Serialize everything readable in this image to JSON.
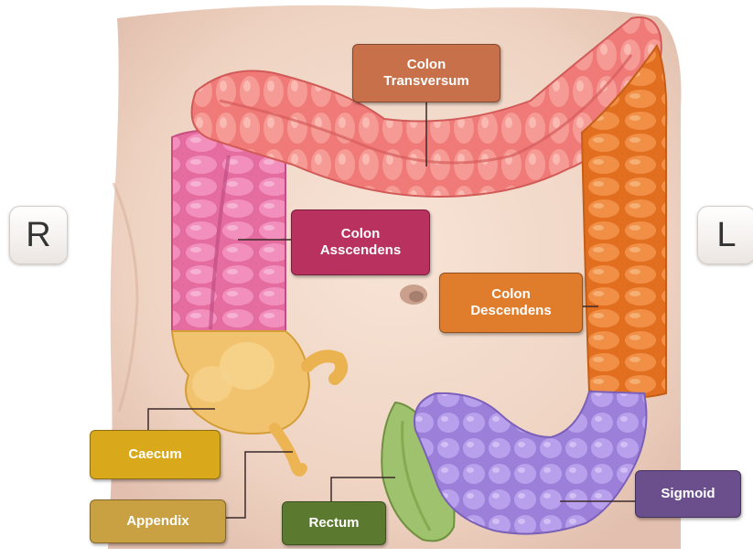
{
  "side_markers": {
    "right": "R",
    "left": "L"
  },
  "labels": {
    "transversum": {
      "lines": [
        "Colon",
        "Transversum"
      ],
      "color": "#c8704a"
    },
    "ascendens": {
      "lines": [
        "Colon",
        "Asscendens"
      ],
      "color": "#b8315f"
    },
    "descendens": {
      "lines": [
        "Colon",
        "Descendens"
      ],
      "color": "#e07d2c"
    },
    "caecum": {
      "lines": [
        "Caecum"
      ],
      "color": "#d9a91b"
    },
    "appendix": {
      "lines": [
        "Appendix"
      ],
      "color": "#c9a143"
    },
    "rectum": {
      "lines": [
        "Rectum"
      ],
      "color": "#5b7a30"
    },
    "sigmoid": {
      "lines": [
        "Sigmoid"
      ],
      "color": "#6a4f8c"
    }
  },
  "colors": {
    "skin": "#f1d8c8",
    "colon_transversum": "#f07a78",
    "colon_ascendens": "#e878a8",
    "colon_descendens": "#e8792b",
    "caecum": "#f2c36e",
    "rectum": "#9fc26e",
    "sigmoid": "#a98ee0"
  }
}
